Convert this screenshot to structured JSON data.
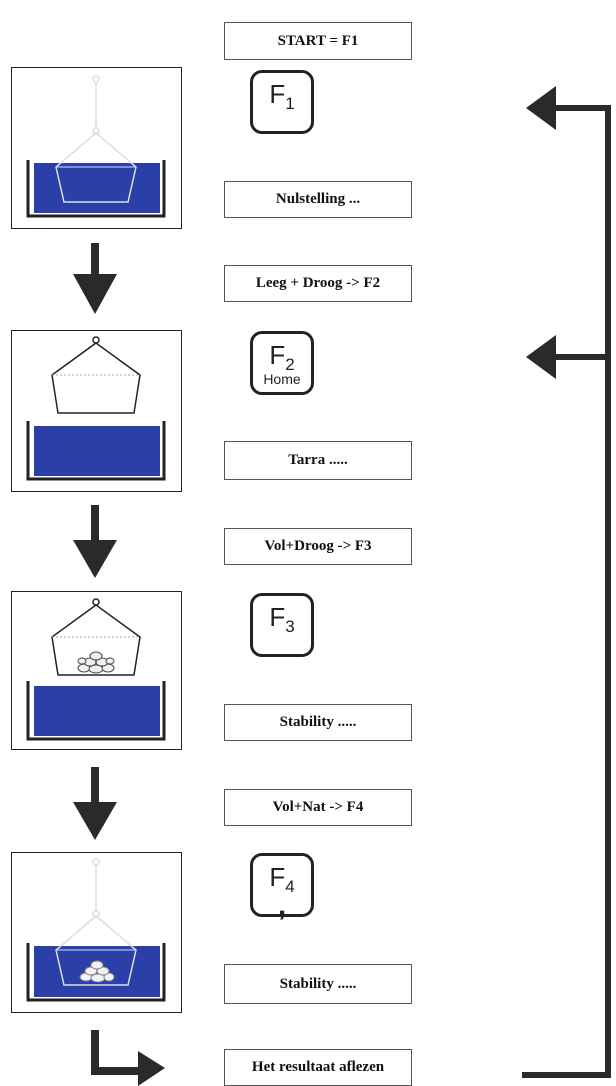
{
  "steps": [
    {
      "label": "START  = F1"
    },
    {
      "label": "Nulstelling ..."
    },
    {
      "label": "Leeg + Droog -> F2"
    },
    {
      "label": "Tarra ....."
    },
    {
      "label": "Vol+Droog -> F3"
    },
    {
      "label": "Stability ....."
    },
    {
      "label": "Vol+Nat -> F4"
    },
    {
      "label": "Stability ....."
    },
    {
      "label": "Het resultaat aflezen"
    }
  ],
  "keys": [
    {
      "main": "F",
      "sub_index": "1",
      "sub_text": ""
    },
    {
      "main": "F",
      "sub_index": "2",
      "sub_text": "Home"
    },
    {
      "main": "F",
      "sub_index": "3",
      "sub_text": ""
    },
    {
      "main": "F",
      "sub_index": "4",
      "sub_text": ","
    }
  ],
  "colors": {
    "water": "#2b3fa8",
    "line": "#222222",
    "stone": "#e8e8f0"
  }
}
